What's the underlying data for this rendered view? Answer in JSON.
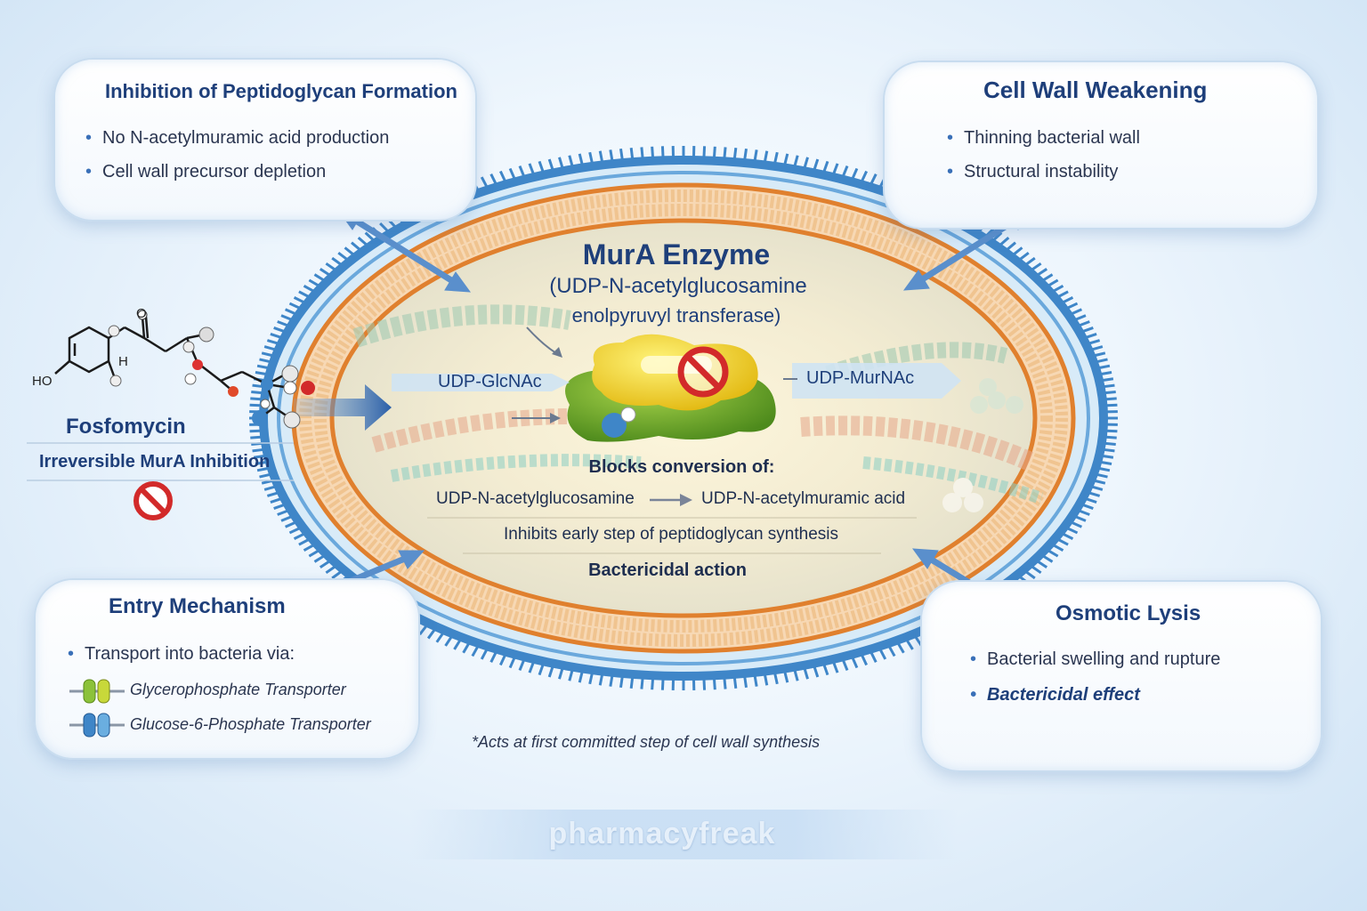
{
  "colors": {
    "title_blue": "#1e3f7a",
    "membrane_orange": "#e0802e",
    "membrane_blue": "#3f86c8",
    "enzyme_yellow": "#f2d21a",
    "enzyme_green": "#6aa52a",
    "inhibit_red": "#d22a2a"
  },
  "boxes": {
    "peptidoglycan": {
      "title": "Inhibition of Peptidoglycan Formation",
      "bullets": [
        "No N-acetylmuramic acid production",
        "Cell wall precursor depletion"
      ]
    },
    "cell_wall": {
      "title": "Cell Wall Weakening",
      "bullets": [
        "Thinning bacterial wall",
        "Structural instability"
      ]
    },
    "entry": {
      "title": "Entry Mechanism",
      "bullet": "Transport into bacteria via:",
      "transporters": [
        "Glycerophosphate Transporter",
        "Glucose-6-Phosphate Transporter"
      ]
    },
    "lysis": {
      "title": "Osmotic Lysis",
      "bullets": [
        "Bacterial swelling and rupture",
        "Bactericidal effect"
      ]
    }
  },
  "drug": {
    "ho_label": "HO",
    "o_label": "O",
    "h_label": "H",
    "name": "Fosfomycin",
    "subtitle": "Irreversible MurA Inhibition",
    "icon": "no-entry-icon"
  },
  "enzyme": {
    "title": "MurA Enzyme",
    "subtitle_line1": "(UDP-N-acetylglucosamine",
    "subtitle_line2": "enolpyruvyl transferase)",
    "substrate": "UDP-GlcNAc",
    "product": "UDP-MurNAc",
    "blocks_heading": "Blocks conversion of:",
    "from": "UDP-N-acetylglucosamine",
    "to": "UDP-N-acetylmuramic acid",
    "inhibits": "Inhibits early step of peptidoglycan synthesis",
    "action": "Bactericidal action"
  },
  "footnote": "*Acts at first committed step of cell wall synthesis",
  "watermark": "pharmacyfreak"
}
